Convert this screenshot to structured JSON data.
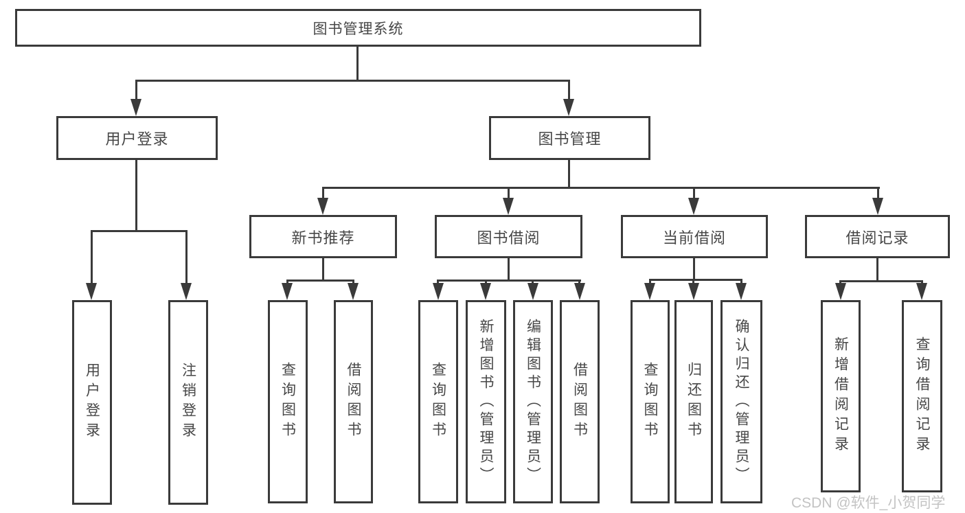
{
  "diagram": {
    "root_label": "图书管理系统",
    "level2": [
      "用户登录",
      "图书管理"
    ],
    "level3": [
      "新书推荐",
      "图书借阅",
      "当前借阅",
      "借阅记录"
    ],
    "login_leaves": [
      "用户登录",
      "注销登录"
    ],
    "recommend_leaves": [
      "查询图书",
      "借阅图书"
    ],
    "borrow_leaves": [
      "查询图书",
      "新增图书（管理员）",
      "编辑图书（管理员）",
      "借阅图书"
    ],
    "current_leaves": [
      "查询图书",
      "归还图书",
      "确认归还（管理员）"
    ],
    "record_leaves": [
      "新增借阅记录",
      "查询借阅记录"
    ],
    "colors": {
      "line": "#3a3a3a",
      "box_border": "#3a3a3a",
      "box_fill": "#ffffff",
      "text": "#474747",
      "background": "#ffffff",
      "watermark": "#c3c3c3"
    }
  },
  "watermark": {
    "text": "CSDN @软件_小贺同学"
  }
}
